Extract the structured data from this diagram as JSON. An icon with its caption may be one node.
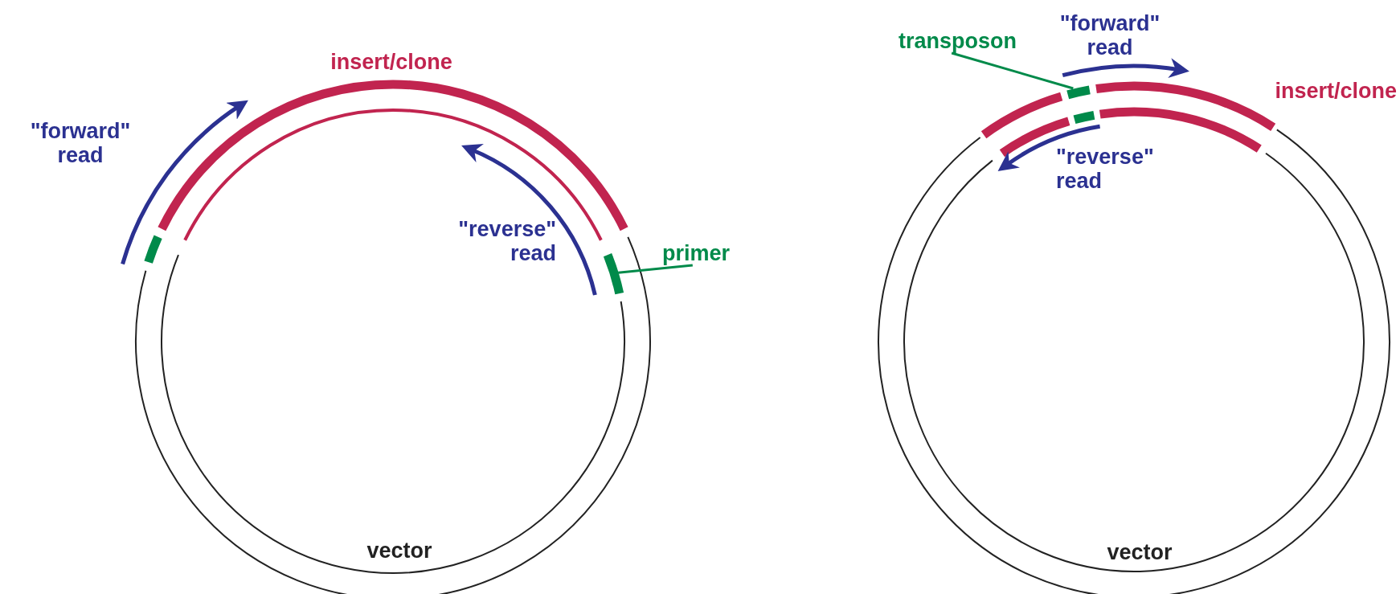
{
  "diagram": {
    "nodes": [
      {
        "text": [
          "primer"
        ]
      },
      {
        "text": [],
        "shape": "bar"
      },
      {
        "text": [
          "transposon"
        ]
      },
      {
        "text": [],
        "shape": "bar"
      }
    ],
    "edges": [
      {
        "from": 0,
        "to": 1,
        "arrow": "none"
      },
      {
        "from": 2,
        "to": 3,
        "arrow": "none"
      }
    ],
    "labels": [
      "insert/clone",
      "\"forward\" read",
      "\"reverse\" read",
      "vector",
      "\"forward\" read",
      "insert/clone",
      "\"reverse\" read",
      "vector"
    ]
  }
}
